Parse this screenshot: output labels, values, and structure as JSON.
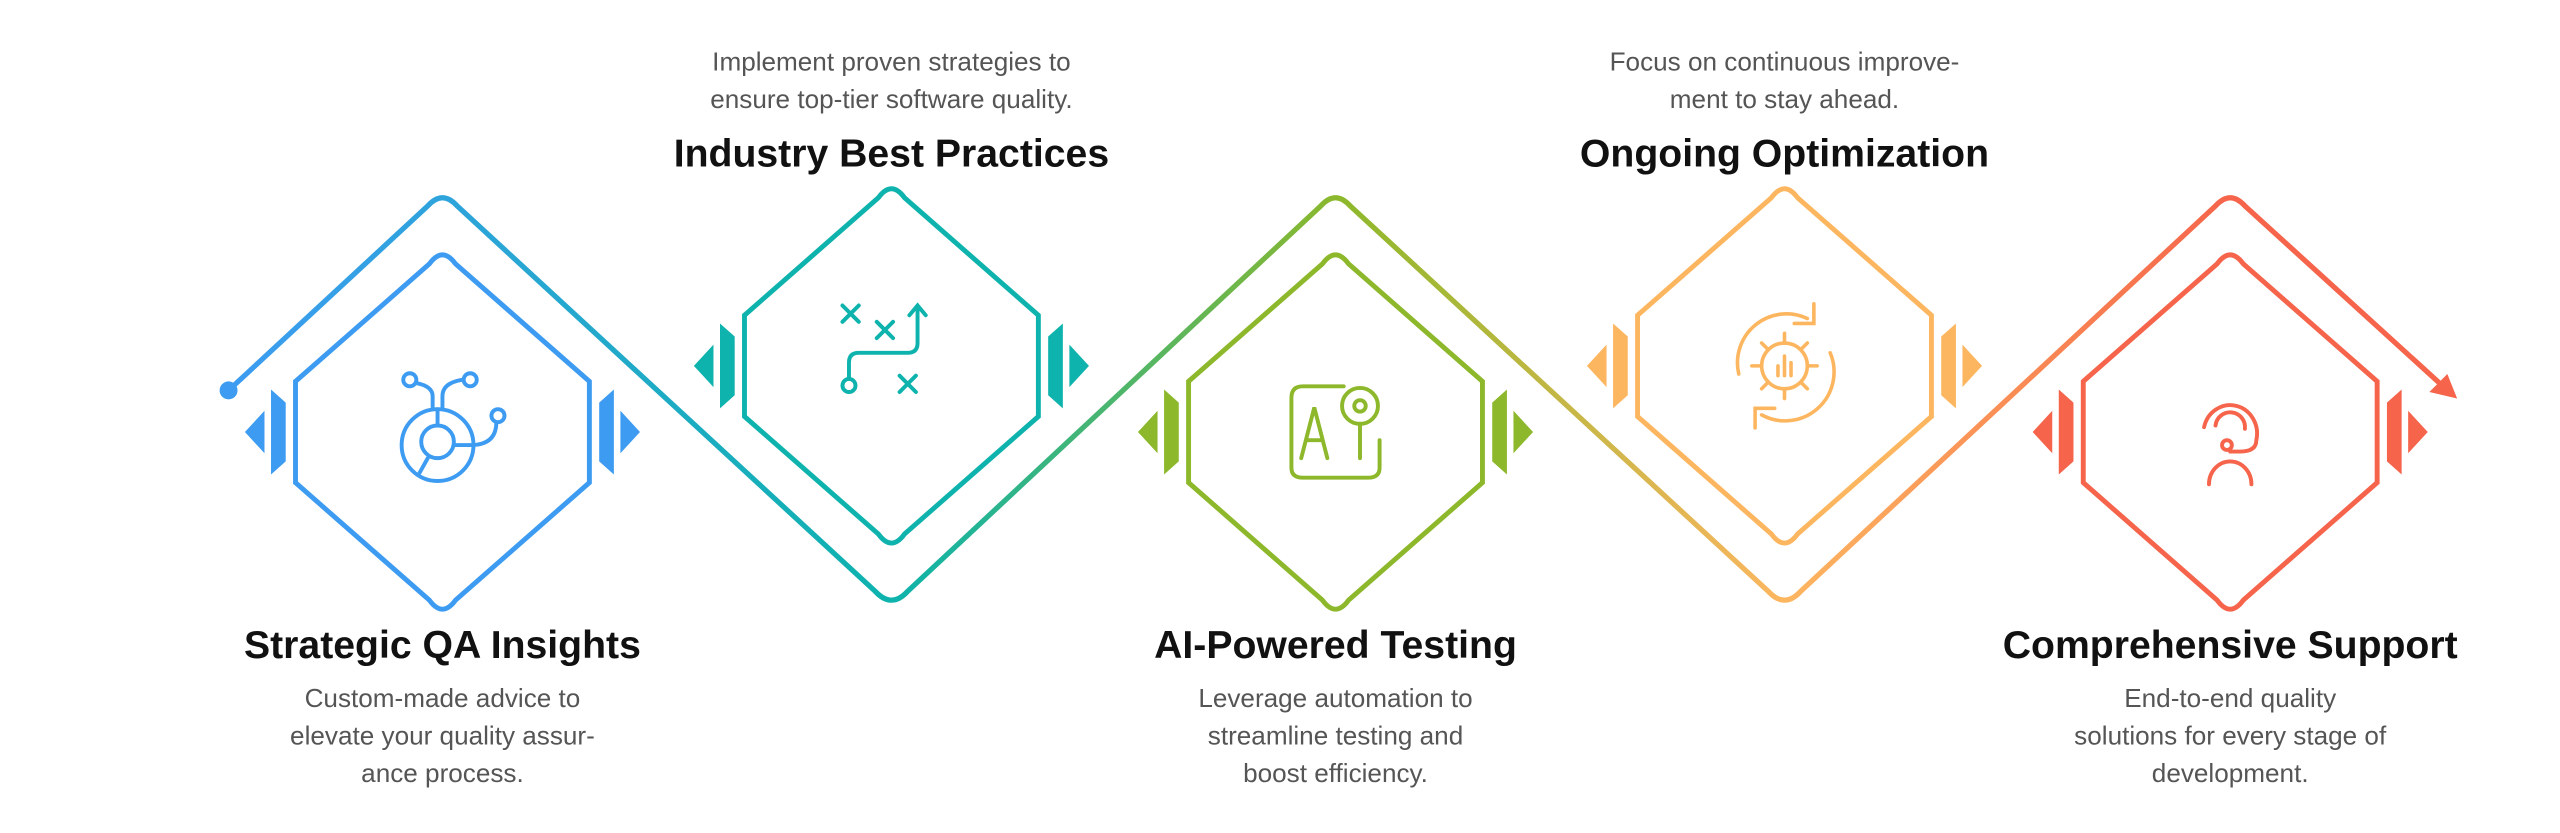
{
  "steps": [
    {
      "title": "Strategic QA Insights",
      "description": [
        "Custom-made advice to",
        "elevate your quality assur-",
        "ance process."
      ],
      "color": "#3D9CF2",
      "icon": "chart-network-icon"
    },
    {
      "title": "Industry Best Practices",
      "description": [
        "Implement proven strategies to",
        "ensure top-tier software quality."
      ],
      "color": "#0DB3AC",
      "icon": "strategy-play-icon"
    },
    {
      "title": "AI-Powered Testing",
      "description": [
        "Leverage automation to",
        "streamline testing and",
        "boost efficiency."
      ],
      "color": "#8DB82B",
      "icon": "ai-chip-icon"
    },
    {
      "title": "Ongoing Optimization",
      "description": [
        "Focus on continuous improve-",
        "ment to stay ahead."
      ],
      "color": "#FDB660",
      "icon": "gear-refresh-icon"
    },
    {
      "title": "Comprehensive Support",
      "description": [
        "End-to-end quality",
        "solutions for every stage of",
        "development."
      ],
      "color": "#F5644B",
      "icon": "support-agent-icon"
    }
  ]
}
